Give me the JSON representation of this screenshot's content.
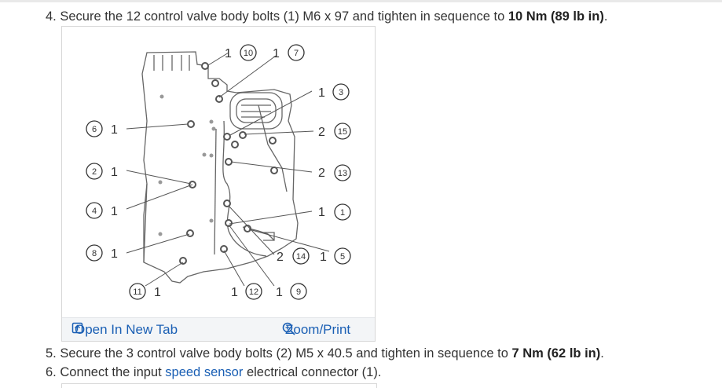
{
  "steps": {
    "s4": {
      "num": "4.",
      "text": " Secure the 12 control valve body bolts (1) M6 x 97 and tighten in sequence to ",
      "torque": "10 Nm (89 lb in)",
      "end": "."
    },
    "s5": {
      "num": "5.",
      "text": " Secure the 3 control valve body bolts (2) M5 x 40.5 and tighten in sequence to ",
      "torque": "7 Nm (62 lb in)",
      "end": "."
    },
    "s6": {
      "num": "6.",
      "text": " Connect the input ",
      "link": "speed sensor",
      "end": " electrical connector (1)."
    }
  },
  "figure": {
    "labels": {
      "l10": {
        "item": "1",
        "seq": "10"
      },
      "l7": {
        "item": "1",
        "seq": "7"
      },
      "l3": {
        "item": "1",
        "seq": "3"
      },
      "l6": {
        "item": "1",
        "seq": "6"
      },
      "l15": {
        "item": "2",
        "seq": "15"
      },
      "l2": {
        "item": "1",
        "seq": "2"
      },
      "l13": {
        "item": "2",
        "seq": "13"
      },
      "l4": {
        "item": "1",
        "seq": "4"
      },
      "l1": {
        "item": "1",
        "seq": "1"
      },
      "l8": {
        "item": "1",
        "seq": "8"
      },
      "l14": {
        "item": "2",
        "seq": "14"
      },
      "l5": {
        "item": "1",
        "seq": "5"
      },
      "l11": {
        "item": "1",
        "seq": "11"
      },
      "l12": {
        "item": "1",
        "seq": "12"
      },
      "l9": {
        "item": "1",
        "seq": "9"
      }
    },
    "open_tab": "Open In New Tab",
    "zoom": "Zoom/Print"
  }
}
